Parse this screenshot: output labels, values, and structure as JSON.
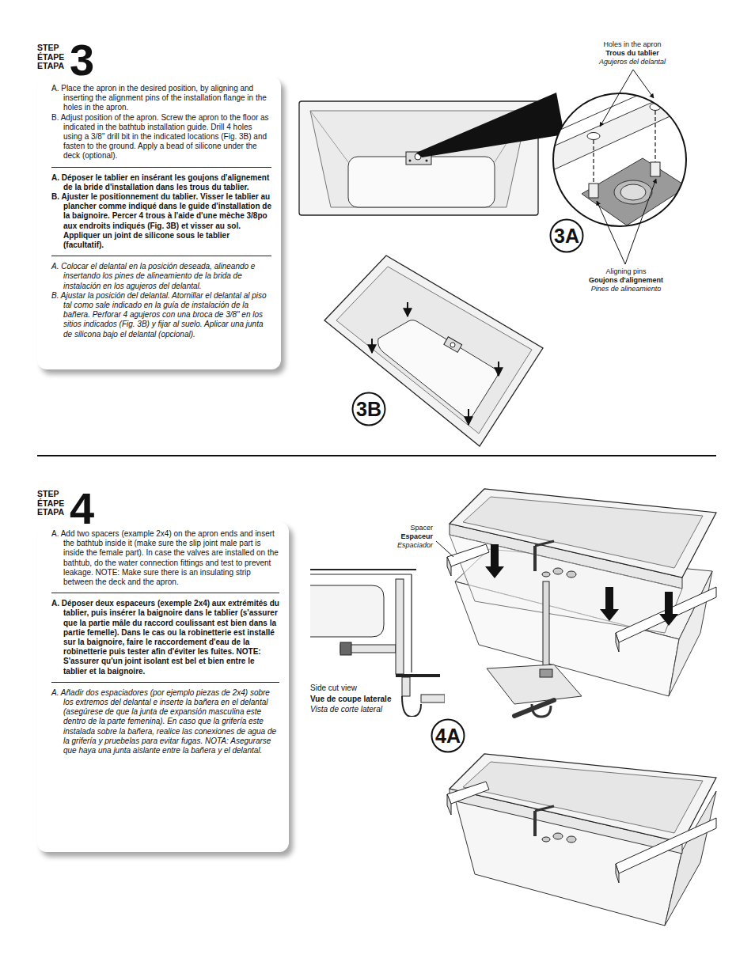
{
  "diagram": {
    "nodes": [
      {
        "text": [
          "STEP ÉTAPE ETAPA",
          "3",
          "A. Place the apron in the desired position, by aligning and inserting the alignment pins of the installation flange in the holes in the apron.",
          "B. Adjust position of the apron. Screw the apron to the floor as indicated in the bathtub installation guide. Drill 4 holes using a 3/8\" drill bit in the indicated locations (Fig. 3B) and fasten to the ground. Apply a bead of silicone under the deck (optional).",
          "A. Déposer le tablier en insérant les goujons d'alignement de la bride d'installation dans les trous du tablier.",
          "B. Ajuster le positionnement du tablier. Visser le tablier au plancher comme indiqué dans le guide d'installation de la baignoire. Percer 4 trous à l'aide d'une mèche 3/8po aux endroits indiqués (Fig. 3B) et visser au sol. Appliquer un joint de silicone sous le tablier (facultatif).",
          "A. Colocar el delantal en la posición deseada, alineando e insertando los pines de alineamiento de la brida de instalación en los agujeros del delantal.",
          "B. Ajustar la posición del delantal. Atornillar el delantal al piso tal como sale indicado en la guía de instalación de la bañera. Perforar 4 agujeros con una broca de 3/8\" en los sitios indicados (Fig. 3B) y fijar al suelo. Aplicar una junta de silicona bajo el delantal (opcional)."
        ]
      },
      {
        "text": [
          "3A"
        ]
      },
      {
        "text": [
          "3B"
        ]
      },
      {
        "text": [
          "STEP ÉTAPE ETAPA",
          "4",
          "A. Add two spacers (example 2x4) on the apron ends and insert the bathtub inside it (make sure the slip joint male part is inside the female part). In case the valves are installed on the bathtub, do the water connection fittings and test to prevent leakage. NOTE: Make sure there is an insulating strip between the deck and the apron.",
          "A. Déposer deux espaceurs (exemple 2x4) aux extrémités du tablier, puis insérer la baignoire dans le tablier (s'assurer que la partie mâle du raccord coulissant est bien dans la partie femelle). Dans le cas ou la robinetterie est installé sur la baignoire, faire le raccordement d'eau de la robinetterie puis tester afin d'éviter les fuites. NOTE: S'assurer qu'un joint isolant est bel et bien entre le tablier et la baignoire.",
          "A. Añadir dos espaciadores (por ejemplo piezas de 2x4) sobre los extremos del delantal e inserte la bañera en el delantal (asegúrese de que la junta de expansión masculina este dentro de la parte femenina). En caso que la grifería este instalada sobre la bañera, realice las conexiones de agua de la grifería y pruebelas para evitar fugas. NOTA: Asegurarse que haya una junta aislante entre la bañera y el delantal."
        ]
      },
      {
        "text": [
          "4A"
        ]
      }
    ],
    "labels": [
      "Holes in the apron",
      "Trous du tablier",
      "Agujeros del delantal",
      "Aligning pins",
      "Goujons d'alignement",
      "Pines de alineamiento",
      "Spacer",
      "Espaceur",
      "Espaciador",
      "Side cut view",
      "Vue de coupe laterale",
      "Vista de corte lateral"
    ]
  }
}
